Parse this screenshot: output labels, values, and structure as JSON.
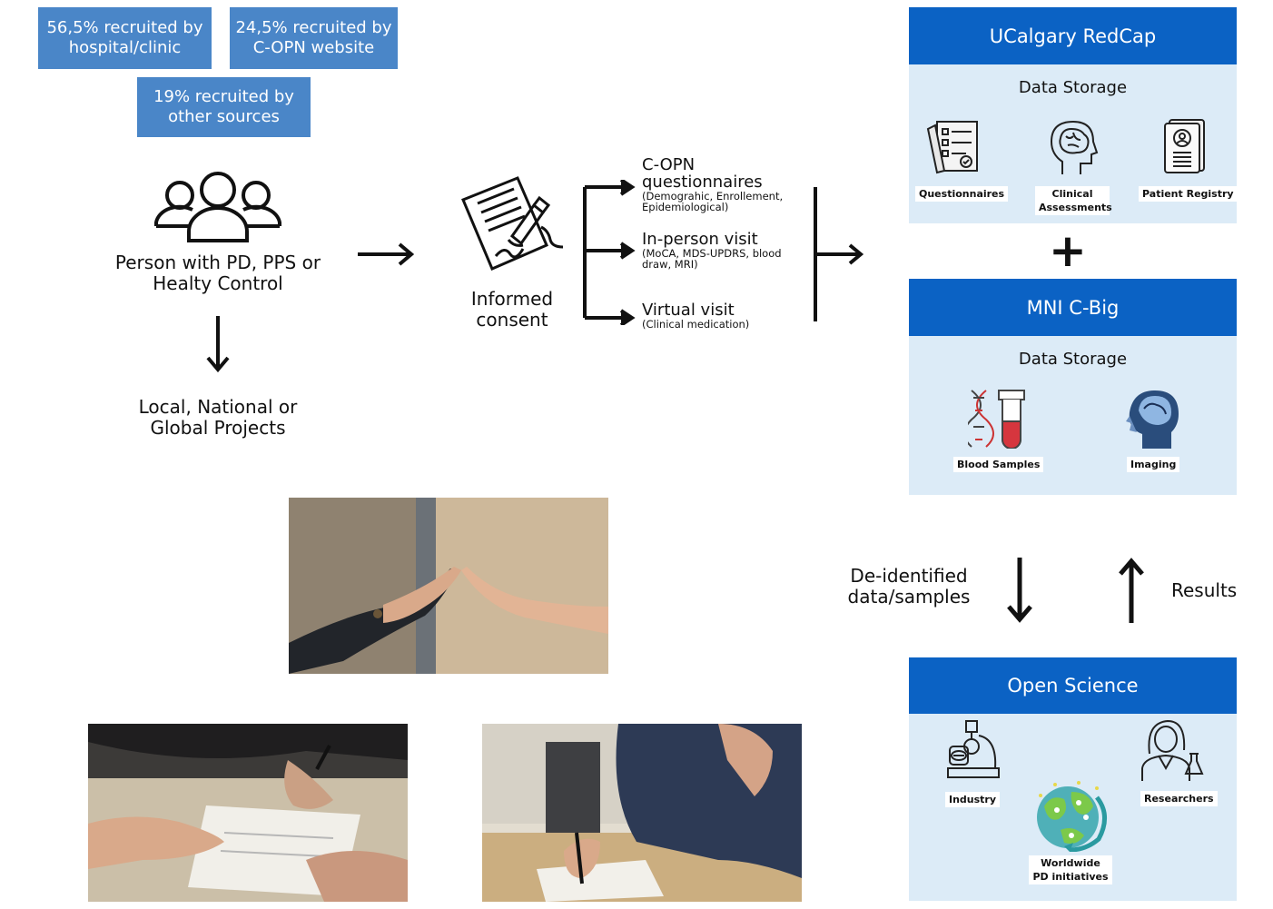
{
  "recruitment": [
    {
      "label": "56,5% recruited by hospital/clinic"
    },
    {
      "label": "24,5% recruited by C-OPN website"
    },
    {
      "label": "19% recruited by other sources"
    }
  ],
  "participant": {
    "label": "Person with PD, PPS or Healty Control"
  },
  "projects": {
    "label": "Local, National or Global Projects"
  },
  "consent": {
    "label": "Informed consent"
  },
  "options": [
    {
      "title": "C-OPN questionnaires",
      "subtitle": "(Demograhic, Enrollement, Epidemiological)"
    },
    {
      "title": "In-person visit",
      "subtitle": "(MoCA, MDS-UPDRS, blood draw, MRI)"
    },
    {
      "title": "Virtual visit",
      "subtitle": "(Clinical medication)"
    }
  ],
  "redcap": {
    "title": "UCalgary RedCap",
    "subtitle": "Data Storage",
    "items": [
      "Questionnaires",
      "Clinical Assessments",
      "Patient Registry"
    ]
  },
  "plus": "+",
  "cbig": {
    "title": "MNI C-Big",
    "subtitle": "Data Storage",
    "items": [
      "Blood Samples",
      "Imaging"
    ]
  },
  "flow_labels": {
    "deidentified": "De-identified data/samples",
    "results": "Results"
  },
  "open_science": {
    "title": "Open Science",
    "items": [
      "Industry",
      "Researchers",
      "Worldwide PD initiatives"
    ]
  },
  "colors": {
    "recruit_box": "#4a86c8",
    "panel_header": "#0b62c4",
    "panel_body": "#dcebf7"
  }
}
